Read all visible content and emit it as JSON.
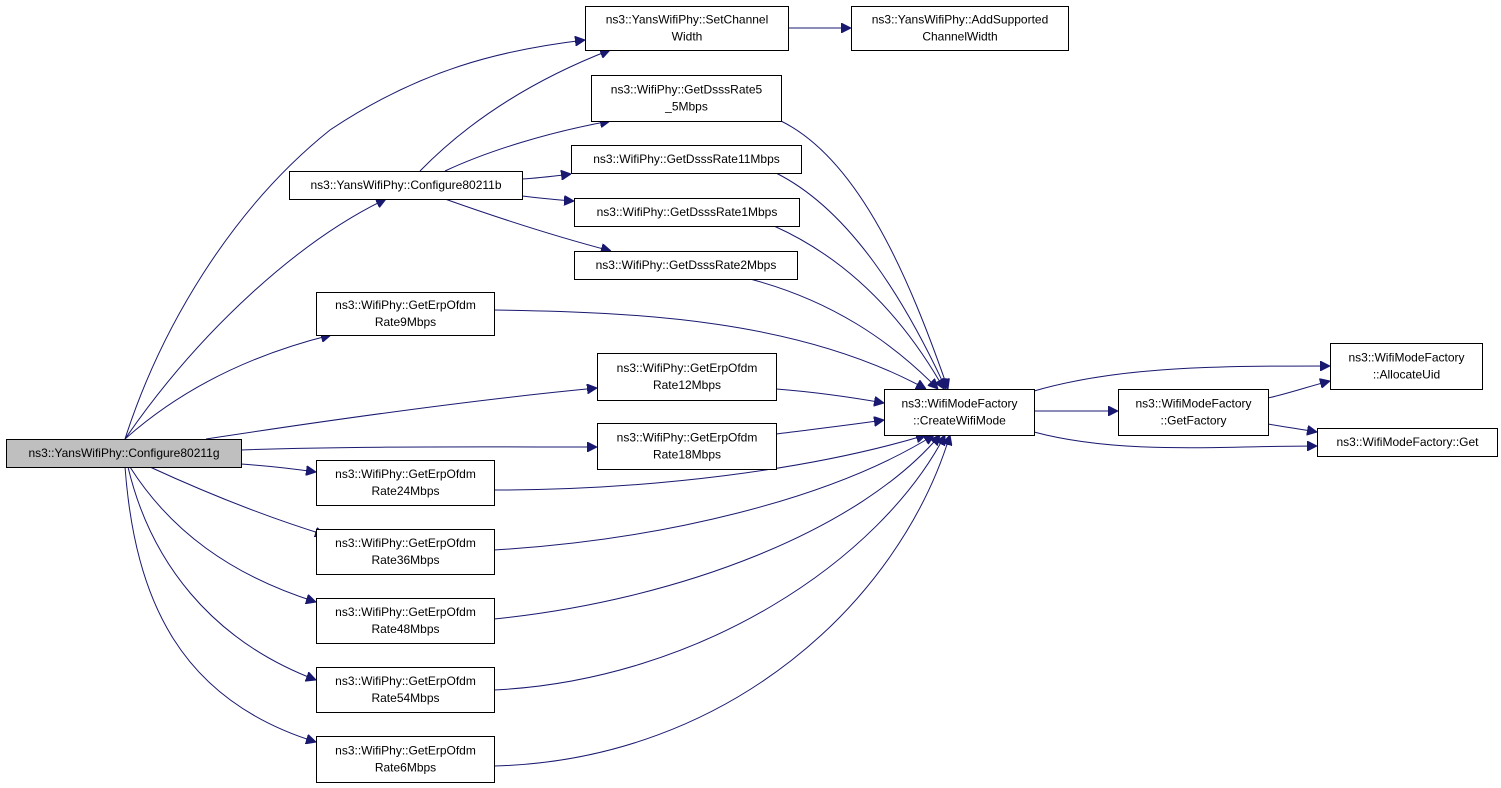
{
  "nodes": {
    "configure80211g": {
      "lines": [
        "ns3::YansWifiPhy::Configure80211g"
      ],
      "highlighted": true
    },
    "configure80211b": {
      "lines": [
        "ns3::YansWifiPhy::Configure80211b"
      ]
    },
    "setChannelWidth": {
      "lines": [
        "ns3::YansWifiPhy::SetChannel",
        "Width"
      ]
    },
    "addSupportedChannelWidth": {
      "lines": [
        "ns3::YansWifiPhy::AddSupported",
        "ChannelWidth"
      ]
    },
    "getDsssRate5_5": {
      "lines": [
        "ns3::WifiPhy::GetDsssRate5",
        "_5Mbps"
      ]
    },
    "getDsssRate11": {
      "lines": [
        "ns3::WifiPhy::GetDsssRate11Mbps"
      ]
    },
    "getDsssRate1": {
      "lines": [
        "ns3::WifiPhy::GetDsssRate1Mbps"
      ]
    },
    "getDsssRate2": {
      "lines": [
        "ns3::WifiPhy::GetDsssRate2Mbps"
      ]
    },
    "getErpOfdm9": {
      "lines": [
        "ns3::WifiPhy::GetErpOfdm",
        "Rate9Mbps"
      ]
    },
    "getErpOfdm12": {
      "lines": [
        "ns3::WifiPhy::GetErpOfdm",
        "Rate12Mbps"
      ]
    },
    "getErpOfdm18": {
      "lines": [
        "ns3::WifiPhy::GetErpOfdm",
        "Rate18Mbps"
      ]
    },
    "getErpOfdm24": {
      "lines": [
        "ns3::WifiPhy::GetErpOfdm",
        "Rate24Mbps"
      ]
    },
    "getErpOfdm36": {
      "lines": [
        "ns3::WifiPhy::GetErpOfdm",
        "Rate36Mbps"
      ]
    },
    "getErpOfdm48": {
      "lines": [
        "ns3::WifiPhy::GetErpOfdm",
        "Rate48Mbps"
      ]
    },
    "getErpOfdm54": {
      "lines": [
        "ns3::WifiPhy::GetErpOfdm",
        "Rate54Mbps"
      ]
    },
    "getErpOfdm6": {
      "lines": [
        "ns3::WifiPhy::GetErpOfdm",
        "Rate6Mbps"
      ]
    },
    "createWifiMode": {
      "lines": [
        "ns3::WifiModeFactory",
        "::CreateWifiMode"
      ]
    },
    "getFactory": {
      "lines": [
        "ns3::WifiModeFactory",
        "::GetFactory"
      ]
    },
    "allocateUid": {
      "lines": [
        "ns3::WifiModeFactory",
        "::AllocateUid"
      ]
    },
    "get": {
      "lines": [
        "ns3::WifiModeFactory::Get"
      ]
    }
  },
  "edges": [
    [
      "configure80211g",
      "setChannelWidth"
    ],
    [
      "configure80211g",
      "configure80211b"
    ],
    [
      "configure80211g",
      "getErpOfdm9"
    ],
    [
      "configure80211g",
      "getErpOfdm12"
    ],
    [
      "configure80211g",
      "getErpOfdm18"
    ],
    [
      "configure80211g",
      "getErpOfdm24"
    ],
    [
      "configure80211g",
      "getErpOfdm36"
    ],
    [
      "configure80211g",
      "getErpOfdm48"
    ],
    [
      "configure80211g",
      "getErpOfdm54"
    ],
    [
      "configure80211g",
      "getErpOfdm6"
    ],
    [
      "configure80211b",
      "setChannelWidth"
    ],
    [
      "configure80211b",
      "getDsssRate5_5"
    ],
    [
      "configure80211b",
      "getDsssRate11"
    ],
    [
      "configure80211b",
      "getDsssRate1"
    ],
    [
      "configure80211b",
      "getDsssRate2"
    ],
    [
      "setChannelWidth",
      "addSupportedChannelWidth"
    ],
    [
      "getDsssRate5_5",
      "createWifiMode"
    ],
    [
      "getDsssRate11",
      "createWifiMode"
    ],
    [
      "getDsssRate1",
      "createWifiMode"
    ],
    [
      "getDsssRate2",
      "createWifiMode"
    ],
    [
      "getErpOfdm9",
      "createWifiMode"
    ],
    [
      "getErpOfdm12",
      "createWifiMode"
    ],
    [
      "getErpOfdm18",
      "createWifiMode"
    ],
    [
      "getErpOfdm24",
      "createWifiMode"
    ],
    [
      "getErpOfdm36",
      "createWifiMode"
    ],
    [
      "getErpOfdm48",
      "createWifiMode"
    ],
    [
      "getErpOfdm54",
      "createWifiMode"
    ],
    [
      "getErpOfdm6",
      "createWifiMode"
    ],
    [
      "createWifiMode",
      "allocateUid"
    ],
    [
      "createWifiMode",
      "getFactory"
    ],
    [
      "createWifiMode",
      "get"
    ],
    [
      "getFactory",
      "allocateUid"
    ],
    [
      "getFactory",
      "get"
    ]
  ],
  "colors": {
    "edge": "#191970",
    "node_fill": "#ffffff",
    "node_highlight_fill": "#bfbfbf",
    "node_border": "#000000",
    "text": "#000000"
  }
}
